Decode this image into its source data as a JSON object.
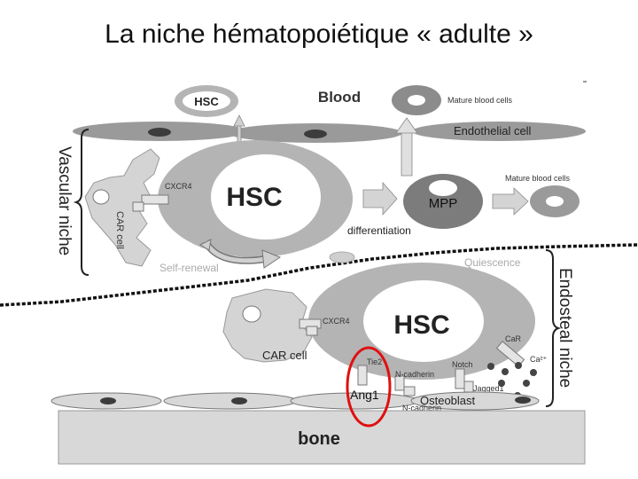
{
  "title": "La niche hématopoiétique « adulte »",
  "labels": {
    "hsc_top": "HSC",
    "blood": "Blood",
    "mature_cells_top": "Mature blood cells",
    "endothelial_cell": "Endothelial cell",
    "vascular_niche": "Vascular niche",
    "cxcr4_top": "CXCR4",
    "car_cell_top": "CAR cell",
    "hsc_main_top": "HSC",
    "mpp": "MPP",
    "mature_cells_right": "Mature blood cells",
    "differentiation": "differentiation",
    "self_renewal": "Self-renewal",
    "quiescence": "Quiescence",
    "endosteal_niche": "Endosteal niche",
    "cxcr4_bottom": "CXCR4",
    "hsc_main_bottom": "HSC",
    "car_cell_bottom": "CAR cell",
    "tie2": "Tie2",
    "n_cadherin_1": "N-cadherin",
    "notch": "Notch",
    "car": "CaR",
    "ca2": "Ca²⁺",
    "jagged1": "Jagged1",
    "ang1": "Ang1",
    "osteoblast": "Osteoblast",
    "n_cadherin_2": "N-cadherin",
    "bone": "bone"
  },
  "colors": {
    "cell_dark": "#8c8c8c",
    "cell_mid": "#b4b4b4",
    "cell_light": "#d4d4d4",
    "nucleus": "#3c3c3c",
    "highlight_circle": "#e01010"
  }
}
